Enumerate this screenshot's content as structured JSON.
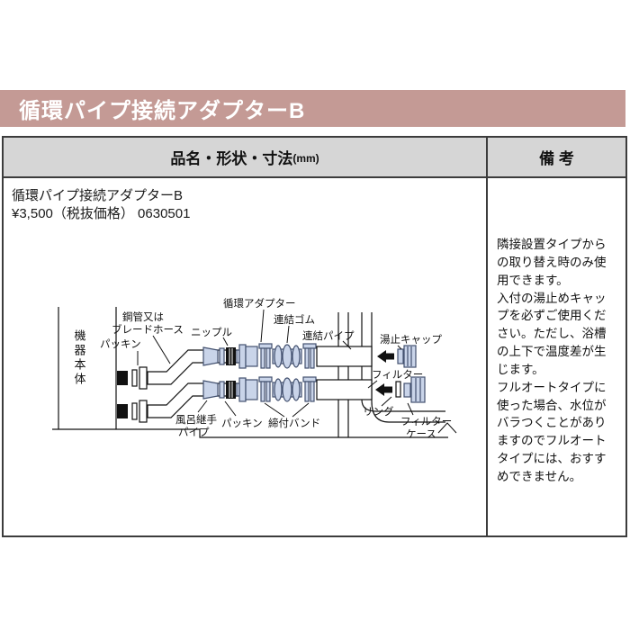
{
  "title_bar": {
    "label": "循環パイプ接続アダプターB",
    "bg_color": "#c49a95"
  },
  "table": {
    "header": {
      "col1": "品名・形状・寸法",
      "col1_unit": "(mm)",
      "col2": "備 考"
    },
    "product": {
      "name": "循環パイプ接続アダプターB",
      "price": "¥3,500（税抜価格） 0630501"
    },
    "remarks": "隣接設置タイプからの取り替え時のみ使用できます。\n入付の湯止めキャップを必ずご使用ください。ただし、浴槽の上下で温度差が生じます。\nフルオートタイプに使った場合、水位がバラつくことがありますのでフルオートタイプには、おすすめできません。"
  },
  "diagram": {
    "colors": {
      "part_fill": "#c9d4e9",
      "part_stroke": "#42506e"
    },
    "labels": {
      "kiki_hontai": "機器本体",
      "pakkin_top": "パッキン",
      "koukan1": "鋼管又は",
      "koukan2": "ブレードホース",
      "nipple": "ニップル",
      "junkan_adapter": "循環アダプター",
      "renketsu_gomu": "連結ゴム",
      "renketsu_pipe": "連結パイプ",
      "yudome_cap": "湯止キャップ",
      "filter": "フィルター",
      "ring": "リング",
      "filter_case1": "フィルター",
      "filter_case2": "ケース",
      "furo_tsugite1": "風呂継手",
      "furo_tsugite2": "パイプ",
      "pakkin_bottom": "パッキン",
      "shimetsuke_band": "締付バンド"
    }
  }
}
